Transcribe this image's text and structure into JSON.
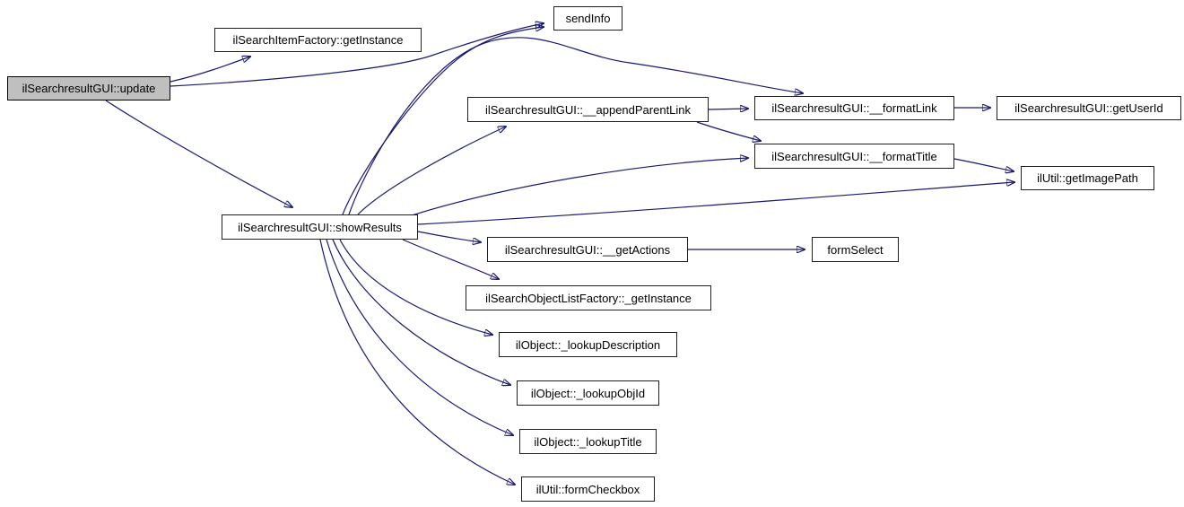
{
  "diagram": {
    "type": "call-graph",
    "colors": {
      "edge": "#191970",
      "node_fill": "#ffffff",
      "node_border": "#1f1f1f",
      "current_node_fill": "#bfbfbf"
    },
    "nodes": {
      "update": {
        "label": "ilSearchresultGUI::update",
        "current": true
      },
      "item_factory_get_instance": {
        "label": "ilSearchItemFactory::getInstance",
        "current": false
      },
      "send_info": {
        "label": "sendInfo",
        "current": false
      },
      "append_parent_link": {
        "label": "ilSearchresultGUI::__appendParentLink",
        "current": false
      },
      "format_link": {
        "label": "ilSearchresultGUI::__formatLink",
        "current": false
      },
      "get_user_id": {
        "label": "ilSearchresultGUI::getUserId",
        "current": false
      },
      "format_title": {
        "label": "ilSearchresultGUI::__formatTitle",
        "current": false
      },
      "get_image_path": {
        "label": "ilUtil::getImagePath",
        "current": false
      },
      "show_results": {
        "label": "ilSearchresultGUI::showResults",
        "current": false
      },
      "get_actions": {
        "label": "ilSearchresultGUI::__getActions",
        "current": false
      },
      "form_select": {
        "label": "formSelect",
        "current": false
      },
      "list_factory_get_instance": {
        "label": "ilSearchObjectListFactory::_getInstance",
        "current": false
      },
      "lookup_description": {
        "label": "ilObject::_lookupDescription",
        "current": false
      },
      "lookup_obj_id": {
        "label": "ilObject::_lookupObjId",
        "current": false
      },
      "lookup_title": {
        "label": "ilObject::_lookupTitle",
        "current": false
      },
      "form_checkbox": {
        "label": "ilUtil::formCheckbox",
        "current": false
      }
    },
    "edges": [
      {
        "from": "update",
        "to": "item_factory_get_instance"
      },
      {
        "from": "update",
        "to": "send_info"
      },
      {
        "from": "update",
        "to": "show_results"
      },
      {
        "from": "show_results",
        "to": "send_info"
      },
      {
        "from": "show_results",
        "to": "format_link"
      },
      {
        "from": "show_results",
        "to": "append_parent_link"
      },
      {
        "from": "show_results",
        "to": "format_title"
      },
      {
        "from": "show_results",
        "to": "get_image_path"
      },
      {
        "from": "show_results",
        "to": "get_actions"
      },
      {
        "from": "show_results",
        "to": "list_factory_get_instance"
      },
      {
        "from": "show_results",
        "to": "lookup_description"
      },
      {
        "from": "show_results",
        "to": "lookup_obj_id"
      },
      {
        "from": "show_results",
        "to": "lookup_title"
      },
      {
        "from": "show_results",
        "to": "form_checkbox"
      },
      {
        "from": "append_parent_link",
        "to": "format_link"
      },
      {
        "from": "append_parent_link",
        "to": "format_title"
      },
      {
        "from": "format_link",
        "to": "get_user_id"
      },
      {
        "from": "format_title",
        "to": "get_image_path"
      },
      {
        "from": "get_actions",
        "to": "form_select"
      }
    ]
  }
}
